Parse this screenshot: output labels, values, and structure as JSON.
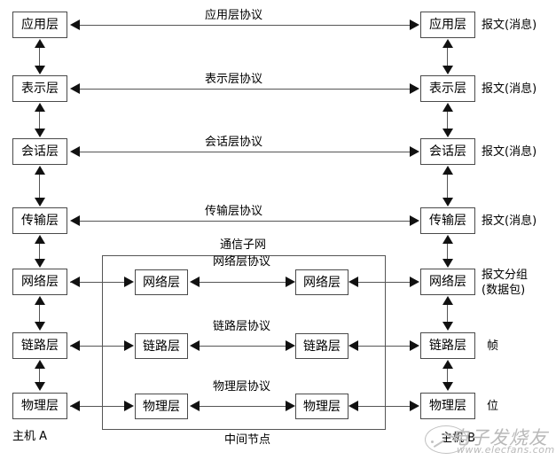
{
  "diagram": {
    "title_hidden": "OSI seven-layer reference model communication diagram",
    "host_left_label": "主机 A",
    "host_right_label": "主机 B",
    "subnet_label": "通信子网",
    "middle_node_label": "中间节点",
    "layers": [
      {
        "name": "应用层",
        "protocol": "应用层协议",
        "unit": "报文(消息)",
        "in_subnet": false
      },
      {
        "name": "表示层",
        "protocol": "表示层协议",
        "unit": "报文(消息)",
        "in_subnet": false
      },
      {
        "name": "会话层",
        "protocol": "会话层协议",
        "unit": "报文(消息)",
        "in_subnet": false
      },
      {
        "name": "传输层",
        "protocol": "传输层协议",
        "unit": "报文(消息)",
        "in_subnet": false
      },
      {
        "name": "网络层",
        "protocol": "网络层协议",
        "unit": "报文分组",
        "unit2": "(数据包)",
        "in_subnet": true
      },
      {
        "name": "链路层",
        "protocol": "链路层协议",
        "unit": "帧",
        "in_subnet": true
      },
      {
        "name": "物理层",
        "protocol": "物理层协议",
        "unit": "位",
        "in_subnet": true
      }
    ],
    "node_boxes": {
      "network_left": "网络层",
      "network_right": "网络层",
      "link_left": "链路层",
      "link_right": "链路层",
      "physical_left": "物理层",
      "physical_right": "物理层"
    },
    "colors": {
      "box_border": "#4a4a4a",
      "line": "#555555",
      "arrow": "#111111",
      "background": "#ffffff",
      "watermark": "#b9b9b9"
    }
  },
  "watermark": {
    "brand": "电子发烧友",
    "url": "www.elecfans.com"
  }
}
